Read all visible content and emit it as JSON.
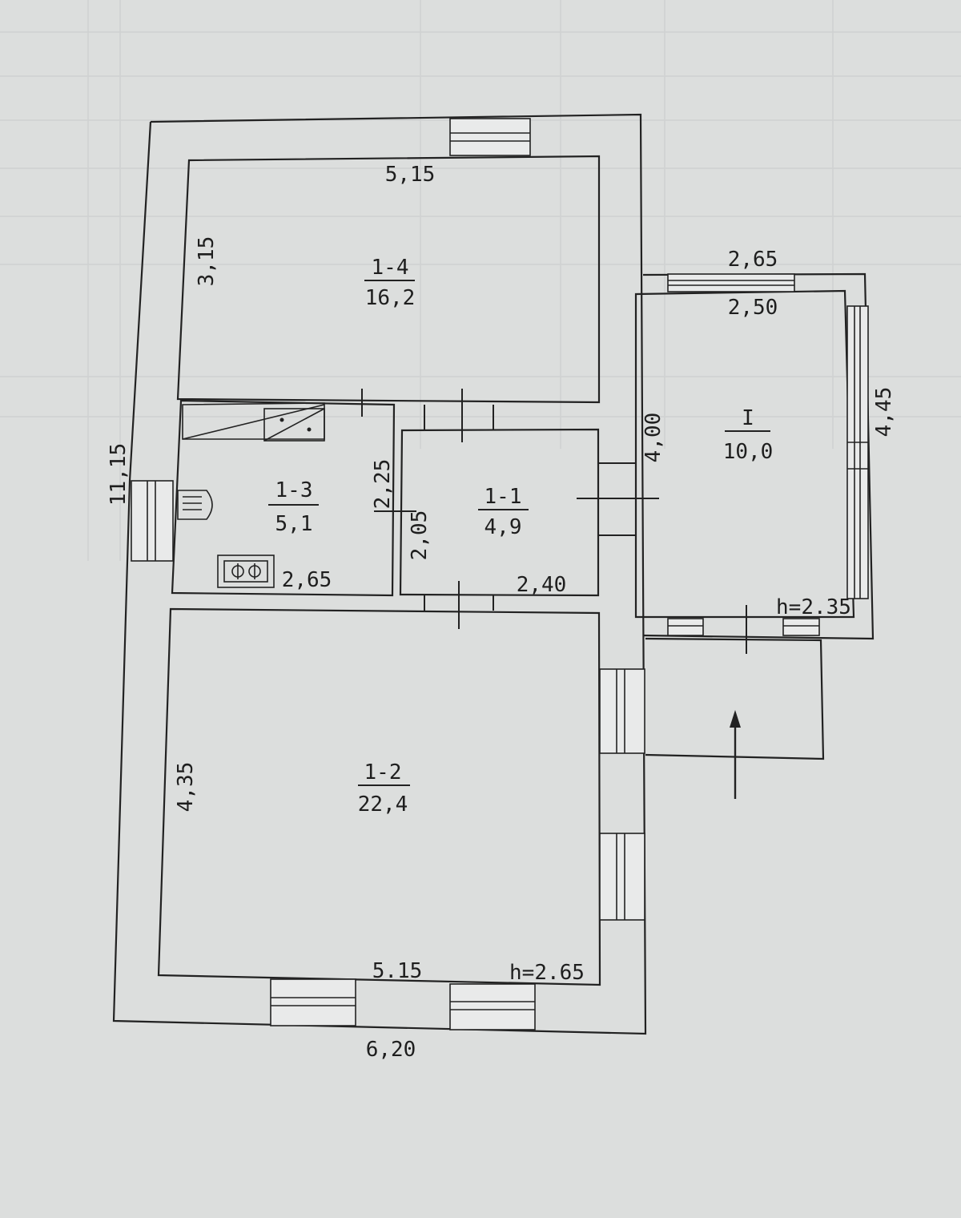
{
  "rooms": [
    {
      "id": "1-4",
      "area": "16,2"
    },
    {
      "id": "1-3",
      "area": "5,1"
    },
    {
      "id": "1-1",
      "area": "4,9"
    },
    {
      "id": "1-2",
      "area": "22,4"
    },
    {
      "id": "I",
      "area": "10,0"
    }
  ],
  "dimensions": {
    "total_depth": "11,15",
    "total_width": "6,20",
    "room14_width": "5,15",
    "room14_depth": "3,15",
    "room13_width": "2,65",
    "room13_depth": "2,25",
    "room11_width": "2,40",
    "room11_depth": "2,05",
    "room12_width": "5.15",
    "room12_depth": "4,35",
    "annex_outer_width": "2,65",
    "annex_inner_width": "2,50",
    "annex_inner_depth": "4,00",
    "annex_outer_depth": "4,45"
  },
  "heights": {
    "main": "h=2.65",
    "annex": "h=2.35"
  }
}
